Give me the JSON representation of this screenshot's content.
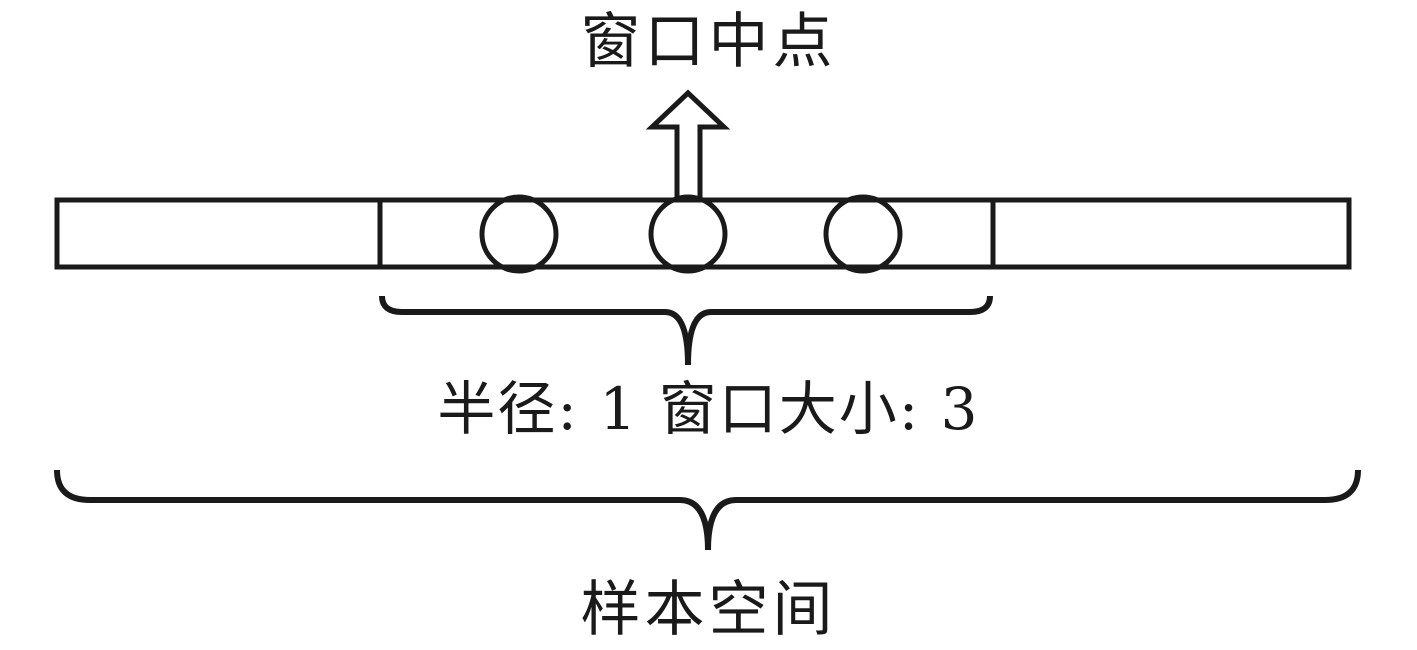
{
  "labels": {
    "window_center": "窗口中点",
    "radius_window_size": "半径: 1 窗口大小: 3",
    "sample_space": "样本空间"
  },
  "colors": {
    "stroke": "#1a1a1a",
    "background": "#ffffff"
  },
  "icons": {
    "arrow": "up-arrow-icon"
  }
}
